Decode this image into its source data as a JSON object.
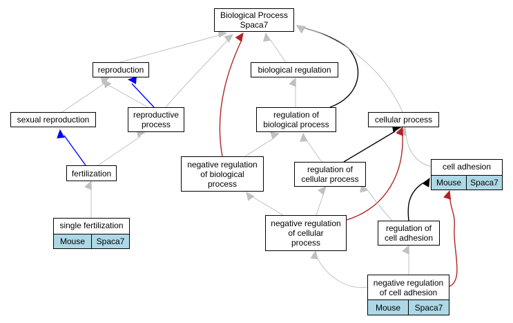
{
  "nodes": {
    "root": "Biological Process\nSpaca7",
    "reproduction": "reproduction",
    "biological_regulation": "biological regulation",
    "sexual_reproduction": "sexual reproduction",
    "reproductive_process": "reproductive\nprocess",
    "regulation_of_biological_process": "regulation of\nbiological process",
    "cellular_process": "cellular process",
    "fertilization": "fertilization",
    "negative_regulation_of_biological_process": "negative regulation\nof biological\nprocess",
    "regulation_of_cellular_process": "regulation of\ncellular process",
    "cell_adhesion": "cell adhesion",
    "single_fertilization": "single fertilization",
    "negative_regulation_of_cellular_process": "negative regulation\nof cellular\nprocess",
    "regulation_of_cell_adhesion": "regulation of\ncell adhesion",
    "negative_regulation_of_cell_adhesion": "negative regulation\nof cell adhesion"
  },
  "annotation": {
    "species": "Mouse",
    "gene": "Spaca7"
  },
  "edge_colors": {
    "is_a": "#c0c0c0",
    "part_of": "#0000ff",
    "regulates": "#000000",
    "negatively_regulates": "#b22222"
  }
}
